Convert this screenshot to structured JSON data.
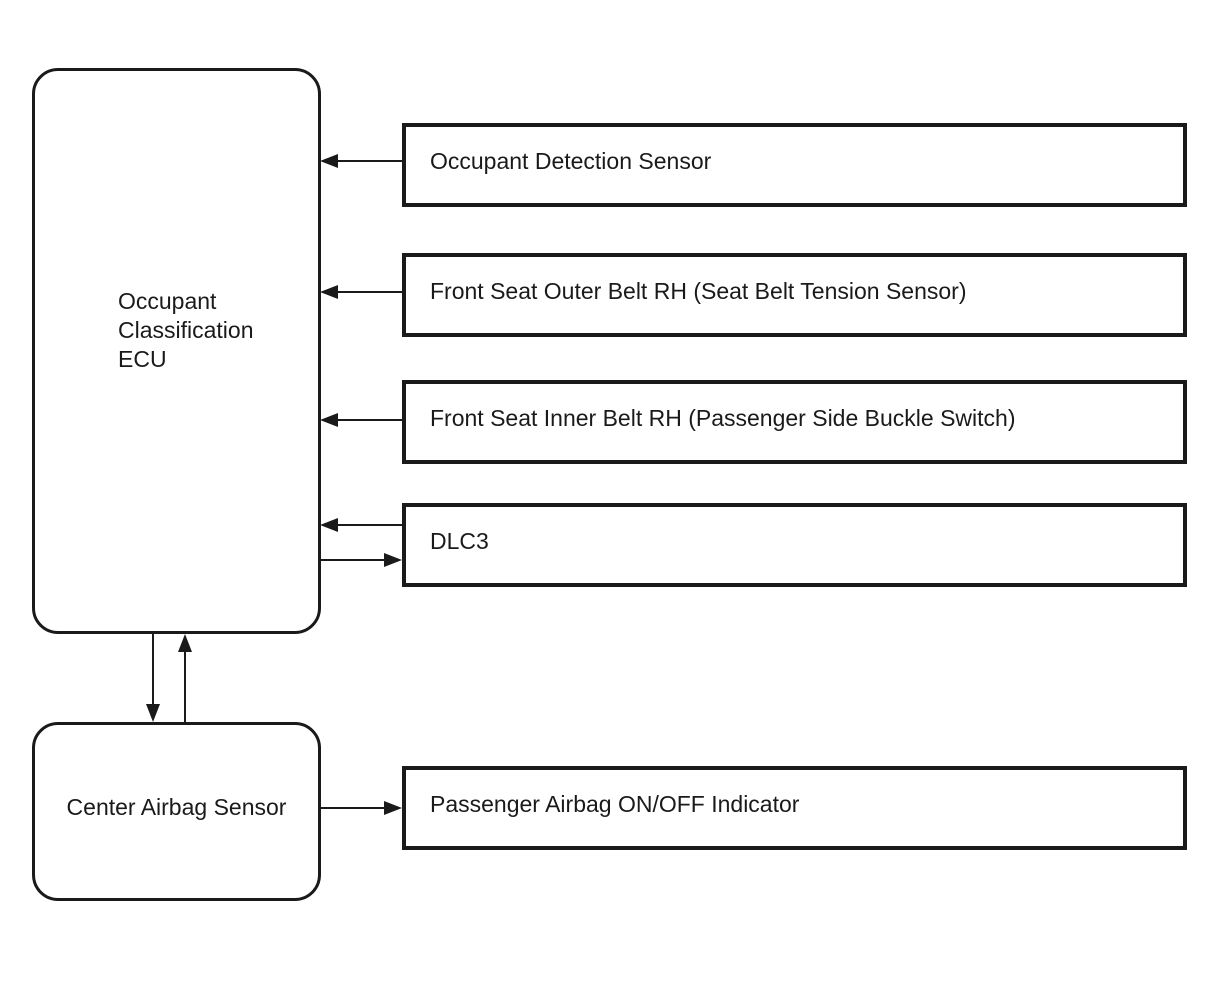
{
  "diagram": {
    "type": "system-wiring-block-diagram",
    "colors": {
      "line": "#1a1a1a",
      "text": "#1a1a1a",
      "background": "#ffffff"
    },
    "nodes": {
      "ecu": {
        "shape": "rounded-rectangle",
        "label_lines": [
          "Occupant",
          "Classification",
          "ECU"
        ]
      },
      "center_airbag_sensor": {
        "shape": "rounded-rectangle",
        "label": "Center Airbag Sensor"
      },
      "occupant_detection_sensor": {
        "shape": "rectangle",
        "label": "Occupant Detection Sensor"
      },
      "front_seat_outer_belt": {
        "shape": "rectangle",
        "label": "Front Seat Outer Belt RH (Seat Belt Tension Sensor)"
      },
      "front_seat_inner_belt": {
        "shape": "rectangle",
        "label": "Front Seat Inner Belt RH (Passenger Side Buckle Switch)"
      },
      "dlc3": {
        "shape": "rectangle",
        "label": "DLC3"
      },
      "passenger_airbag_indicator": {
        "shape": "rectangle",
        "label": "Passenger Airbag ON/OFF Indicator"
      }
    },
    "edges": [
      {
        "from": "occupant_detection_sensor",
        "to": "ecu",
        "direction": "one-way"
      },
      {
        "from": "front_seat_outer_belt",
        "to": "ecu",
        "direction": "one-way"
      },
      {
        "from": "front_seat_inner_belt",
        "to": "ecu",
        "direction": "one-way"
      },
      {
        "from": "dlc3",
        "to": "ecu",
        "direction": "two-way"
      },
      {
        "from": "ecu",
        "to": "center_airbag_sensor",
        "direction": "two-way"
      },
      {
        "from": "center_airbag_sensor",
        "to": "passenger_airbag_indicator",
        "direction": "one-way"
      }
    ]
  }
}
